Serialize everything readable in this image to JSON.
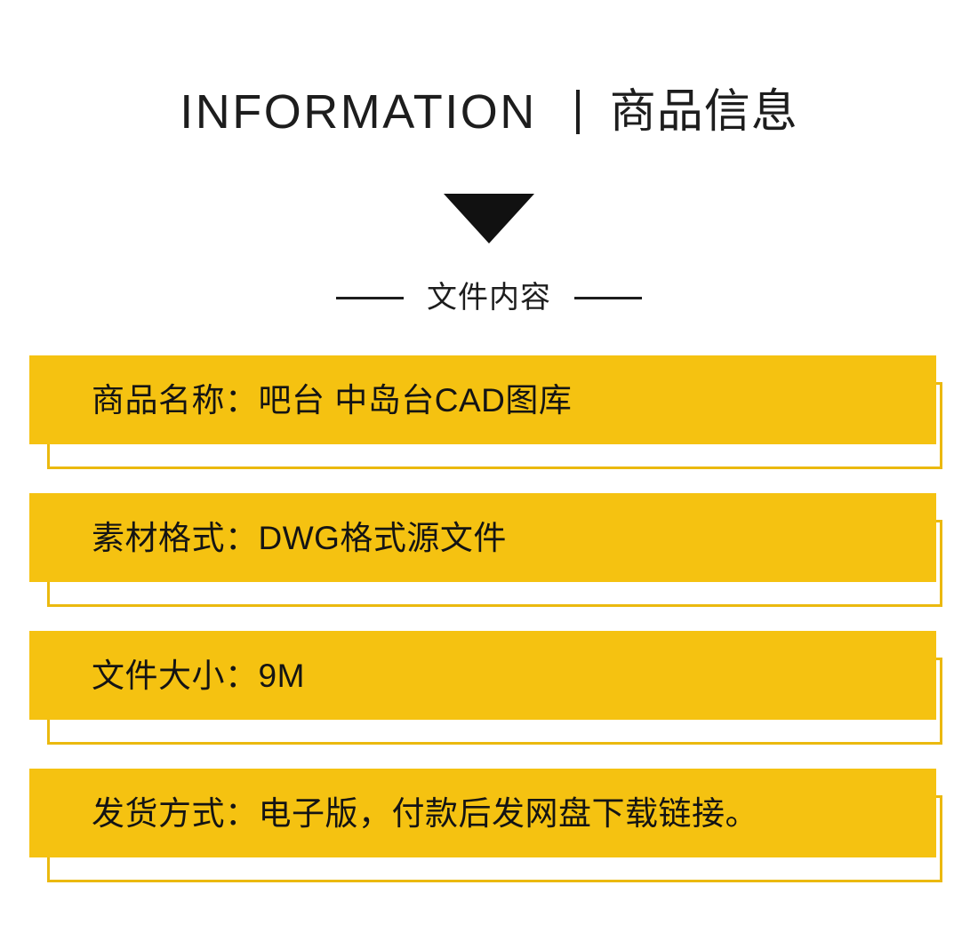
{
  "header": {
    "title_en": "INFORMATION",
    "separator": "|",
    "title_cn": "商品信息"
  },
  "divider": {
    "label": "文件内容",
    "arrow_icon": "triangle-down-icon"
  },
  "colors": {
    "accent_yellow": "#f5c211",
    "outline_yellow": "#ebb90f",
    "text_dark": "#141414",
    "background": "#ffffff"
  },
  "info_bars": [
    {
      "label": "商品名称：",
      "value": "吧台 中岛台CAD图库",
      "text": "商品名称：吧台 中岛台CAD图库"
    },
    {
      "label": "素材格式：",
      "value": "DWG格式源文件",
      "text": "素材格式：DWG格式源文件"
    },
    {
      "label": "文件大小：",
      "value": "9M",
      "text": "文件大小：9M"
    },
    {
      "label": "发货方式：",
      "value": "电子版，付款后发网盘下载链接。",
      "text": "发货方式：电子版，付款后发网盘下载链接。"
    }
  ]
}
